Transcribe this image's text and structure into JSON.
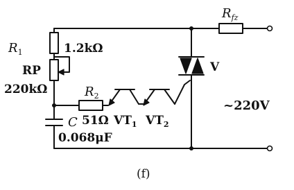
{
  "components": {
    "r1": {
      "name": "R",
      "subscript": "1",
      "value": "1.2kΩ"
    },
    "rp": {
      "name": "RP",
      "value": "220kΩ"
    },
    "r2": {
      "name": "R",
      "subscript": "2",
      "value": "51Ω"
    },
    "c": {
      "name": "C",
      "value": "0.068μF"
    },
    "vt1": {
      "name": "VT",
      "subscript": "1"
    },
    "vt2": {
      "name": "VT",
      "subscript": "2"
    },
    "triac": {
      "name": "V"
    },
    "rfz": {
      "name": "R",
      "subscript": "fz"
    }
  },
  "supply": {
    "label": "~220V"
  },
  "caption": "(f)"
}
